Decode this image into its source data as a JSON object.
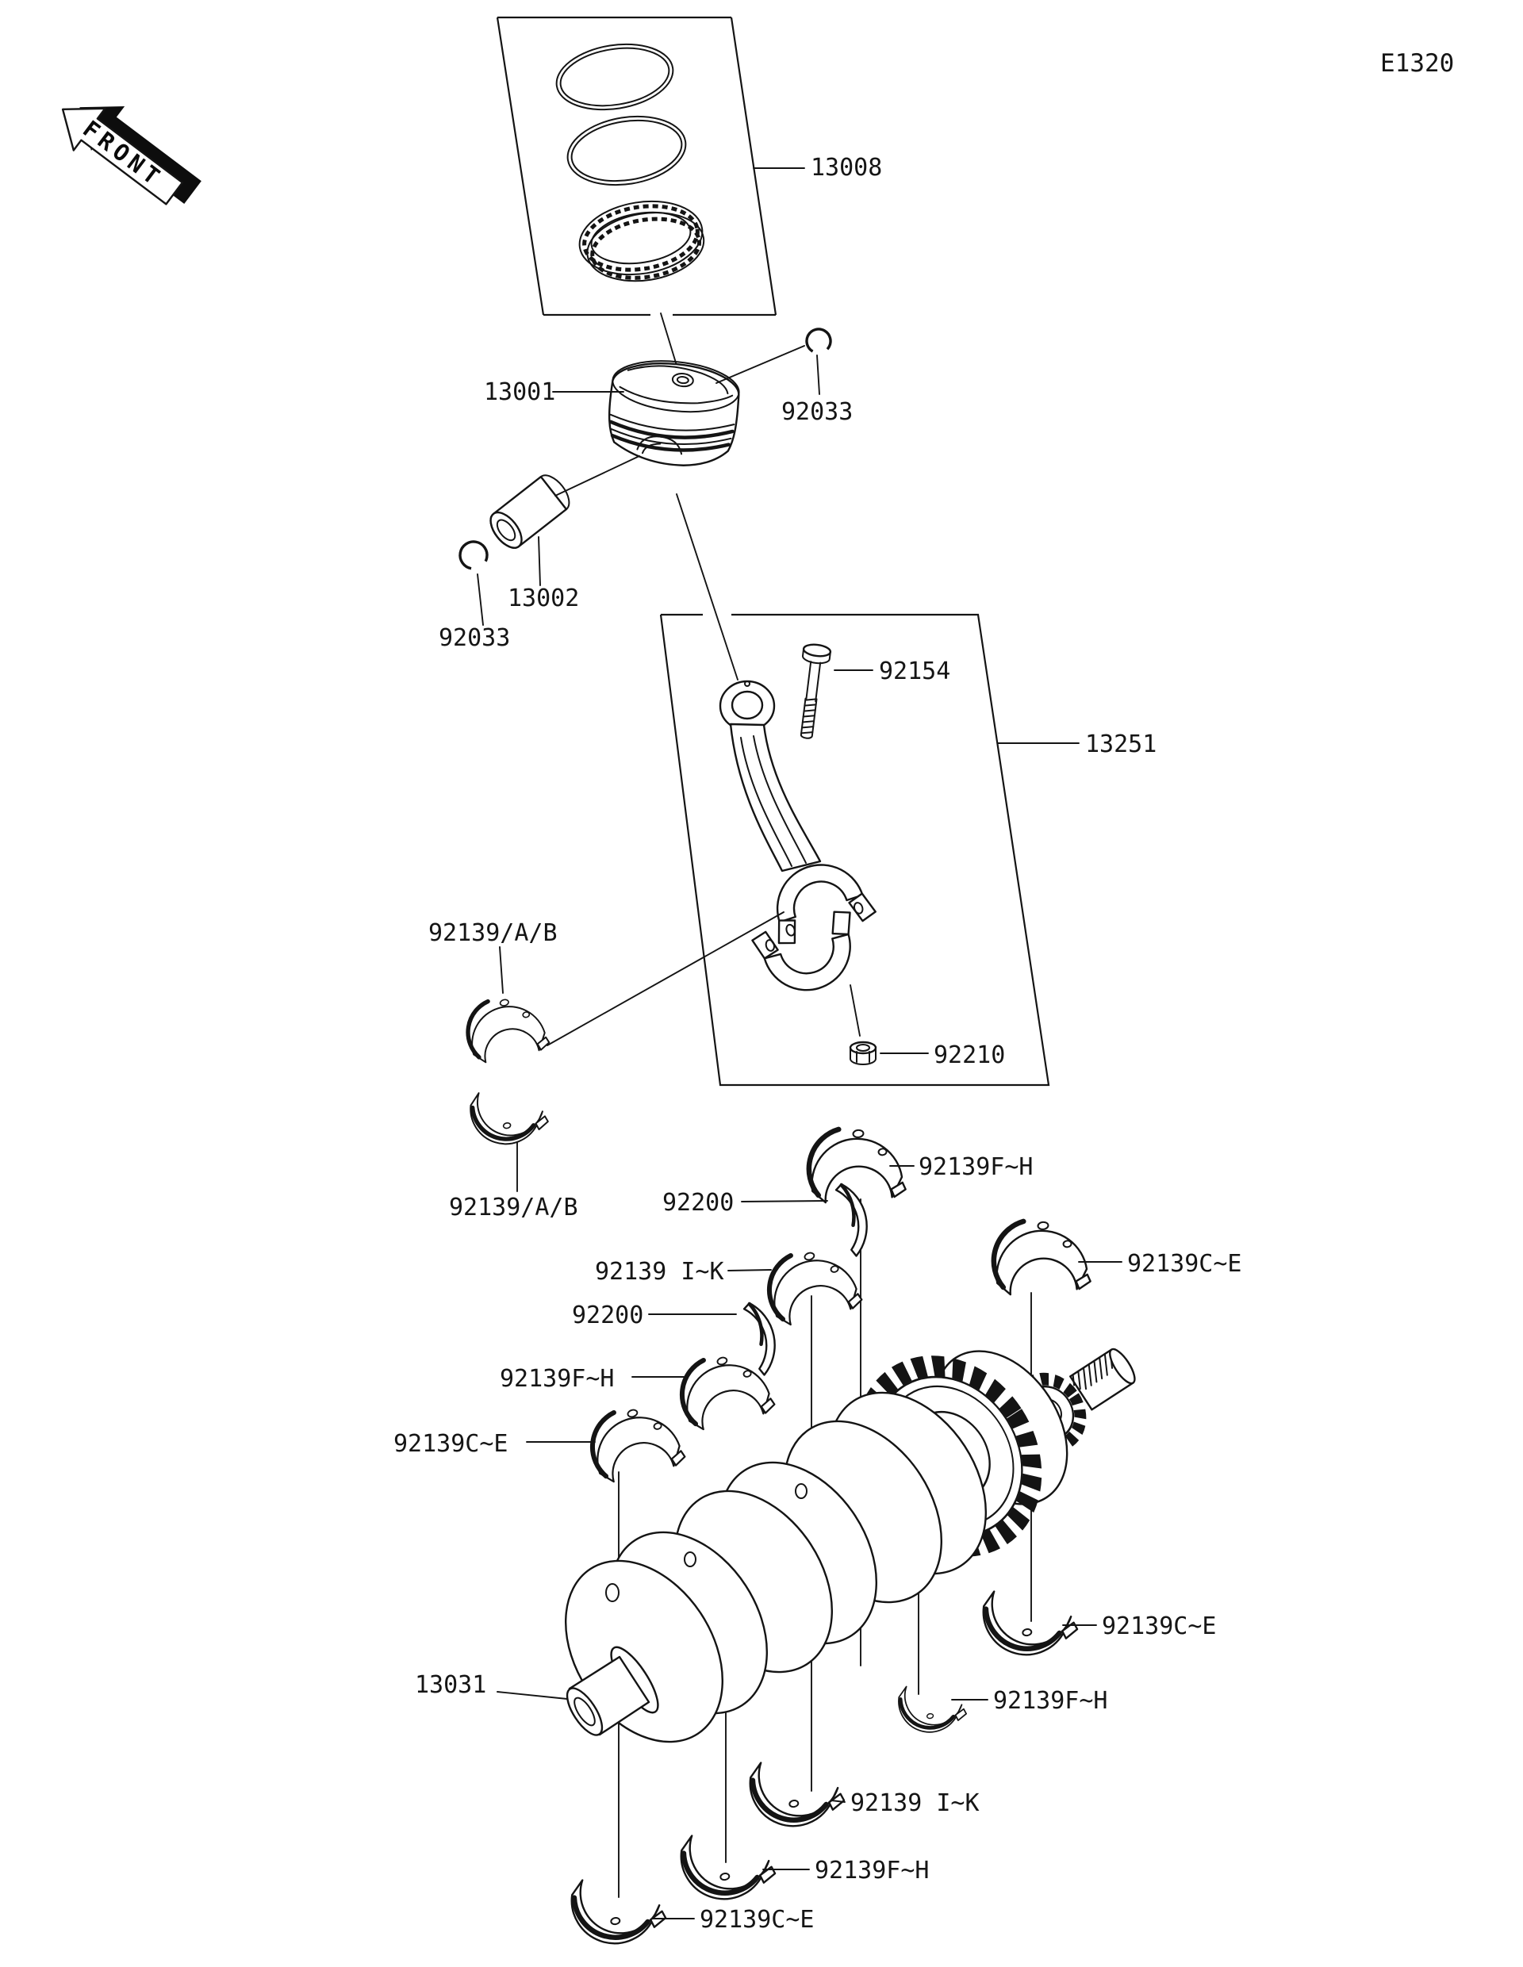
{
  "page_code": "E1320",
  "front_marker": "FRONT",
  "part_numbers": {
    "piston_ring_set": "13008",
    "piston": "13001",
    "piston_pin_circlip": "92033",
    "piston_pin": "13002",
    "connecting_rod_bolt": "92154",
    "connecting_rod_assembly": "13251",
    "connecting_rod_bearing": "92139/A/B",
    "connecting_rod_nut": "92210",
    "crankshaft": "13031",
    "main_bearing_c_e": "92139C~E",
    "main_bearing_f_h": "92139F~H",
    "main_bearing_i_k": "92139 I~K",
    "thrust_washer": "92200"
  },
  "colors": {
    "line": "#141414",
    "background": "#ffffff"
  }
}
